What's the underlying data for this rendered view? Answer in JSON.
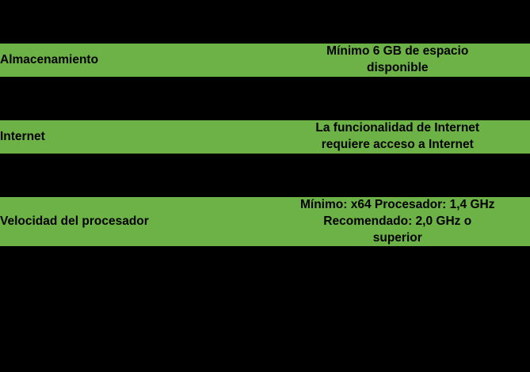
{
  "document": {
    "background_color": "#000000",
    "row_color": "#6cb247",
    "text_color": "#000000",
    "rows": [
      {
        "label": "Almacenamiento",
        "value_lines": [
          "Mínimo 6 GB de espacio",
          "disponible"
        ]
      },
      {
        "label": "Internet",
        "value_lines": [
          "La funcionalidad de Internet",
          "requiere acceso a Internet"
        ]
      },
      {
        "label": "Velocidad del procesador",
        "value_lines": [
          "Mínimo: x64 Procesador: 1,4 GHz",
          "Recomendado: 2,0 GHz o",
          "superior"
        ]
      }
    ]
  }
}
